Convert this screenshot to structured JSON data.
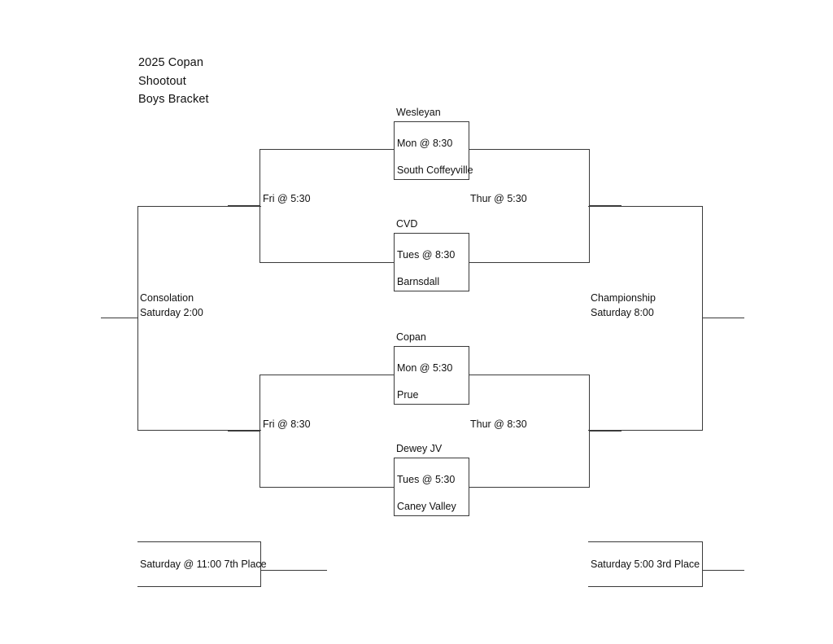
{
  "title": {
    "line1": "2025 Copan",
    "line2": "Shootout",
    "line3": "Boys Bracket"
  },
  "games": [
    {
      "id": "game-1",
      "top_seed": "Wesleyan",
      "time": "Mon  @ 8:30",
      "bottom_seed": "South Coffeyville"
    },
    {
      "id": "game-2",
      "top_seed": "CVD",
      "time": "Tues @ 8:30",
      "bottom_seed": "Barnsdall"
    },
    {
      "id": "game-3",
      "top_seed": "Copan",
      "time": "Mon @ 5:30",
      "bottom_seed": "Prue"
    },
    {
      "id": "game-4",
      "top_seed": "Dewey JV",
      "time": "Tues @ 5:30",
      "bottom_seed": "Caney Valley"
    }
  ],
  "rounds": {
    "loser_upper": "Fri @ 5:30",
    "winner_upper": "Thur @ 5:30",
    "loser_lower": "Fri @ 8:30",
    "winner_lower": "Thur @ 8:30"
  },
  "finals": {
    "consolation": {
      "name": "Consolation",
      "time": "Saturday 2:00"
    },
    "championship": {
      "name": "Championship",
      "time": "Saturday  8:00"
    }
  },
  "placements": {
    "seventh": "Saturday @ 11:00   7th Place",
    "third": "Saturday 5:00   3rd Place"
  }
}
